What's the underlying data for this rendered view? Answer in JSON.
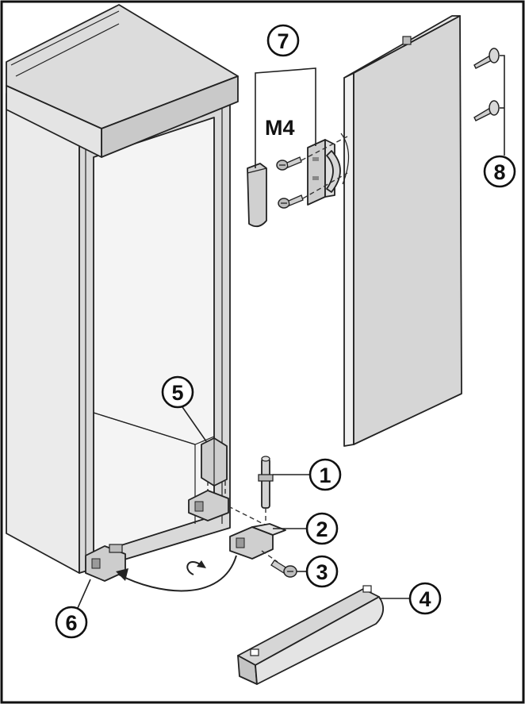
{
  "diagram": {
    "colors": {
      "background": "#ffffff",
      "border": "#111111",
      "body_face": "#d9d9d9",
      "body_side": "#ebebeb",
      "top_panel": "#dcdcdc",
      "door_face": "#d6d6d6",
      "door_edge": "#f0f0f0",
      "part_fill": "#cfcfcf",
      "line": "#222222"
    },
    "text_label": "M4",
    "callouts": [
      {
        "id": "1",
        "text": "1"
      },
      {
        "id": "2",
        "text": "2"
      },
      {
        "id": "3",
        "text": "3"
      },
      {
        "id": "4",
        "text": "4"
      },
      {
        "id": "5",
        "text": "5"
      },
      {
        "id": "6",
        "text": "6"
      },
      {
        "id": "7",
        "text": "7"
      },
      {
        "id": "8",
        "text": "8"
      }
    ]
  }
}
